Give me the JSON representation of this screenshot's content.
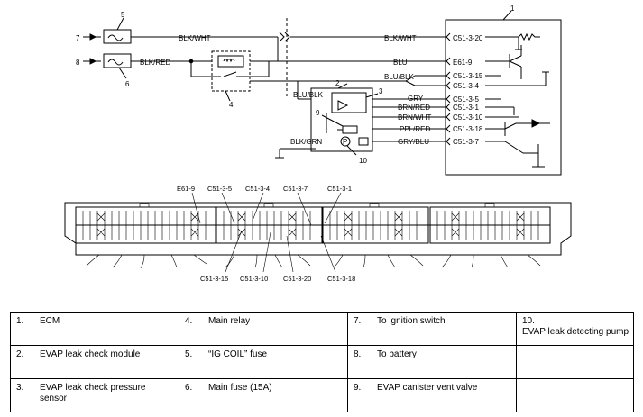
{
  "wires": {
    "blk_wht_1": "BLK/WHT",
    "blk_wht_2": "BLK/WHT",
    "blk_red": "BLK/RED",
    "blu": "BLU",
    "blu_blk_1": "BLU/BLK",
    "blu_blk_2": "BLU/BLK",
    "gry": "GRY",
    "brn_red": "BRN/RED",
    "brn_wht": "BRN/WHT",
    "ppl_red": "PPL/RED",
    "blk_grn": "BLK/GRN",
    "gry_blu": "GRY/BLU"
  },
  "terminals": {
    "t20": "C51-3-20",
    "t9": "E61-9",
    "t15": "C51-3-15",
    "t4": "C51-3-4",
    "t5": "C51-3-5",
    "t1": "C51-3-1",
    "t10": "C51-3-10",
    "t18": "C51-3-18",
    "t7": "C51-3-7"
  },
  "callouts": [
    "1",
    "2",
    "3",
    "4",
    "5",
    "6",
    "7",
    "8",
    "9",
    "10"
  ],
  "connector_labels": {
    "top": [
      "E61-9",
      "C51-3-5",
      "C51-3-4",
      "C51-3-7",
      "C51-3-1"
    ],
    "bottom": [
      "C51-3-15",
      "C51-3-10",
      "C51-3-20",
      "C51-3-18"
    ]
  },
  "legend": [
    [
      {
        "n": "1.",
        "label": "ECM"
      },
      {
        "n": "4.",
        "label": "Main relay"
      },
      {
        "n": "7.",
        "label": "To ignition switch"
      },
      {
        "n": "10.",
        "label": "EVAP leak detecting pump"
      }
    ],
    [
      {
        "n": "2.",
        "label": "EVAP leak check module"
      },
      {
        "n": "5.",
        "label": "“IG COIL” fuse"
      },
      {
        "n": "8.",
        "label": "To battery"
      },
      {
        "n": "",
        "label": ""
      }
    ],
    [
      {
        "n": "3.",
        "label": "EVAP leak check pressure sensor"
      },
      {
        "n": "6.",
        "label": "Main fuse (15A)"
      },
      {
        "n": "9.",
        "label": "EVAP canister vent valve"
      },
      {
        "n": "",
        "label": ""
      }
    ]
  ]
}
